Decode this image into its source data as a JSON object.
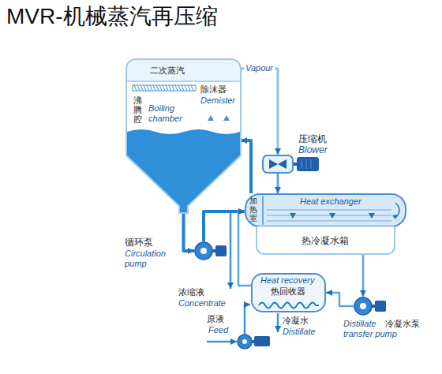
{
  "diagram": {
    "title": "MVR-机械蒸汽再压缩",
    "nodes": [
      {
        "text": [
          "二次蒸汽",
          "除沫器",
          "Demister",
          "沸腾腔",
          "Boiling chamber"
        ]
      },
      {
        "text": [
          "压缩机",
          "Blower"
        ]
      },
      {
        "text": [
          "加热室",
          "Heat exchanger",
          "热冷凝水箱"
        ]
      },
      {
        "text": [
          "循环泵",
          "Circulation pump"
        ]
      },
      {
        "text": [
          "Heat recovery",
          "热回收器"
        ]
      },
      {
        "text": [
          "Distillate transfer pump",
          "冷凝水泵"
        ]
      }
    ],
    "edges": [
      {
        "from": 0,
        "to": 1,
        "arrow": "to",
        "label": "Vapour"
      },
      {
        "from": 1,
        "to": 2,
        "arrow": "to"
      },
      {
        "from": 2,
        "to": 0,
        "arrow": "to"
      },
      {
        "from": 0,
        "to": 3,
        "arrow": "to"
      },
      {
        "from": 3,
        "to": 2,
        "arrow": "to"
      },
      {
        "from": 2,
        "to": 5,
        "arrow": "to"
      },
      {
        "from": 5,
        "to": 4,
        "arrow": "to"
      },
      {
        "from": 4,
        "to": 2,
        "arrow": "to"
      }
    ],
    "labels": [
      "浓缩液",
      "Concentrate",
      "原液",
      "Feed",
      "冷凝水",
      "Distillate"
    ]
  }
}
